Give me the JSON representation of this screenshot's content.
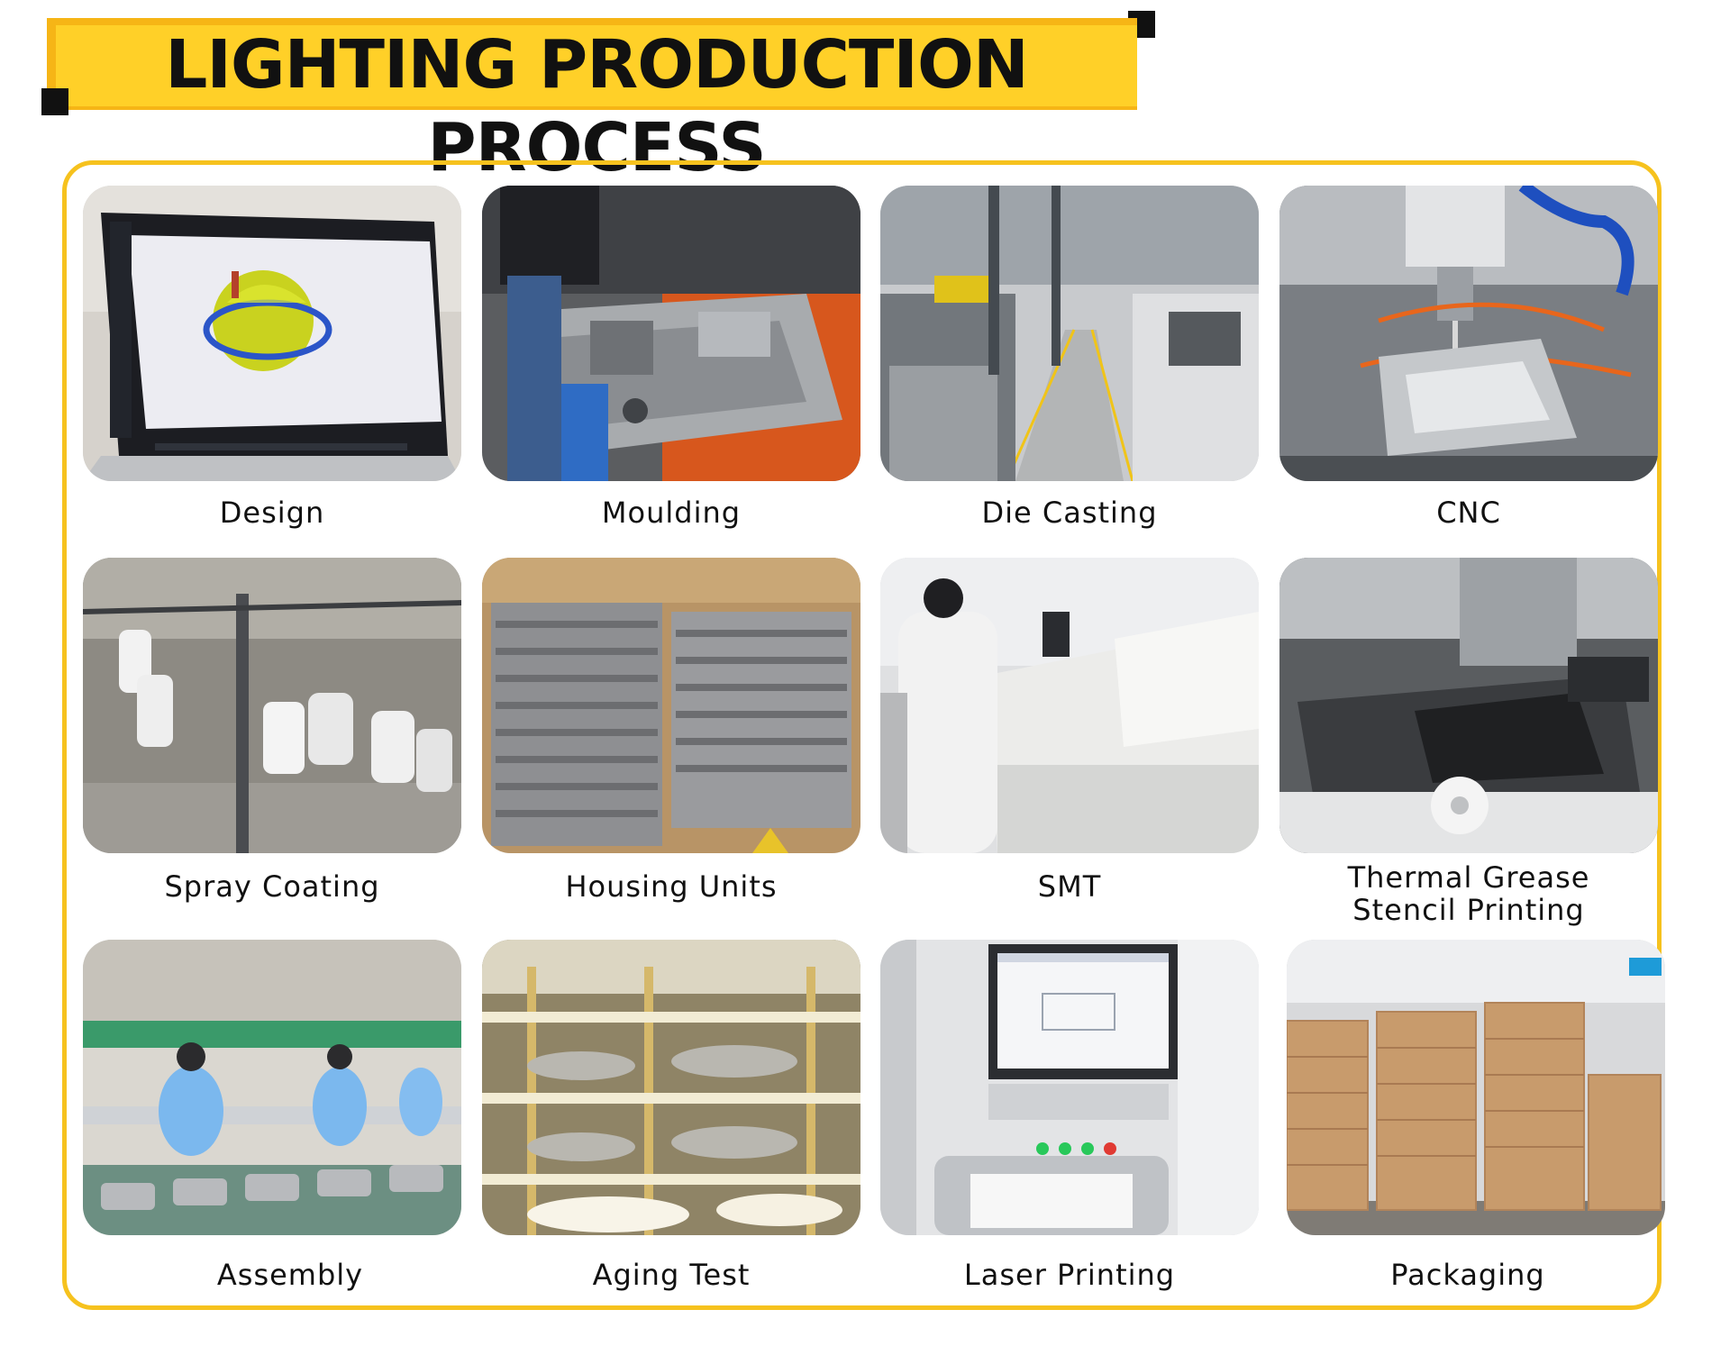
{
  "header": {
    "title": "LIGHTING PRODUCTION PROCESS"
  },
  "colors": {
    "accent": "#ffd028",
    "accent_dark": "#f6b516",
    "frame": "#f6c21e",
    "ink": "#111111"
  },
  "steps": [
    {
      "label": "Design",
      "photo": "design-laptop-photo"
    },
    {
      "label": "Moulding",
      "photo": "moulding-photo"
    },
    {
      "label": "Die Casting",
      "photo": "die-casting-photo"
    },
    {
      "label": "CNC",
      "photo": "cnc-photo"
    },
    {
      "label": "Spray Coating",
      "photo": "spray-coating-photo"
    },
    {
      "label": "Housing Units",
      "photo": "housing-units-photo"
    },
    {
      "label": "SMT",
      "photo": "smt-photo"
    },
    {
      "label": "Thermal Grease",
      "label2": "Stencil Printing",
      "photo": "stencil-printing-photo"
    },
    {
      "label": "Assembly",
      "photo": "assembly-photo"
    },
    {
      "label": "Aging Test",
      "photo": "aging-test-photo"
    },
    {
      "label": "Laser Printing",
      "photo": "laser-printing-photo"
    },
    {
      "label": "Packaging",
      "photo": "packaging-photo"
    }
  ]
}
